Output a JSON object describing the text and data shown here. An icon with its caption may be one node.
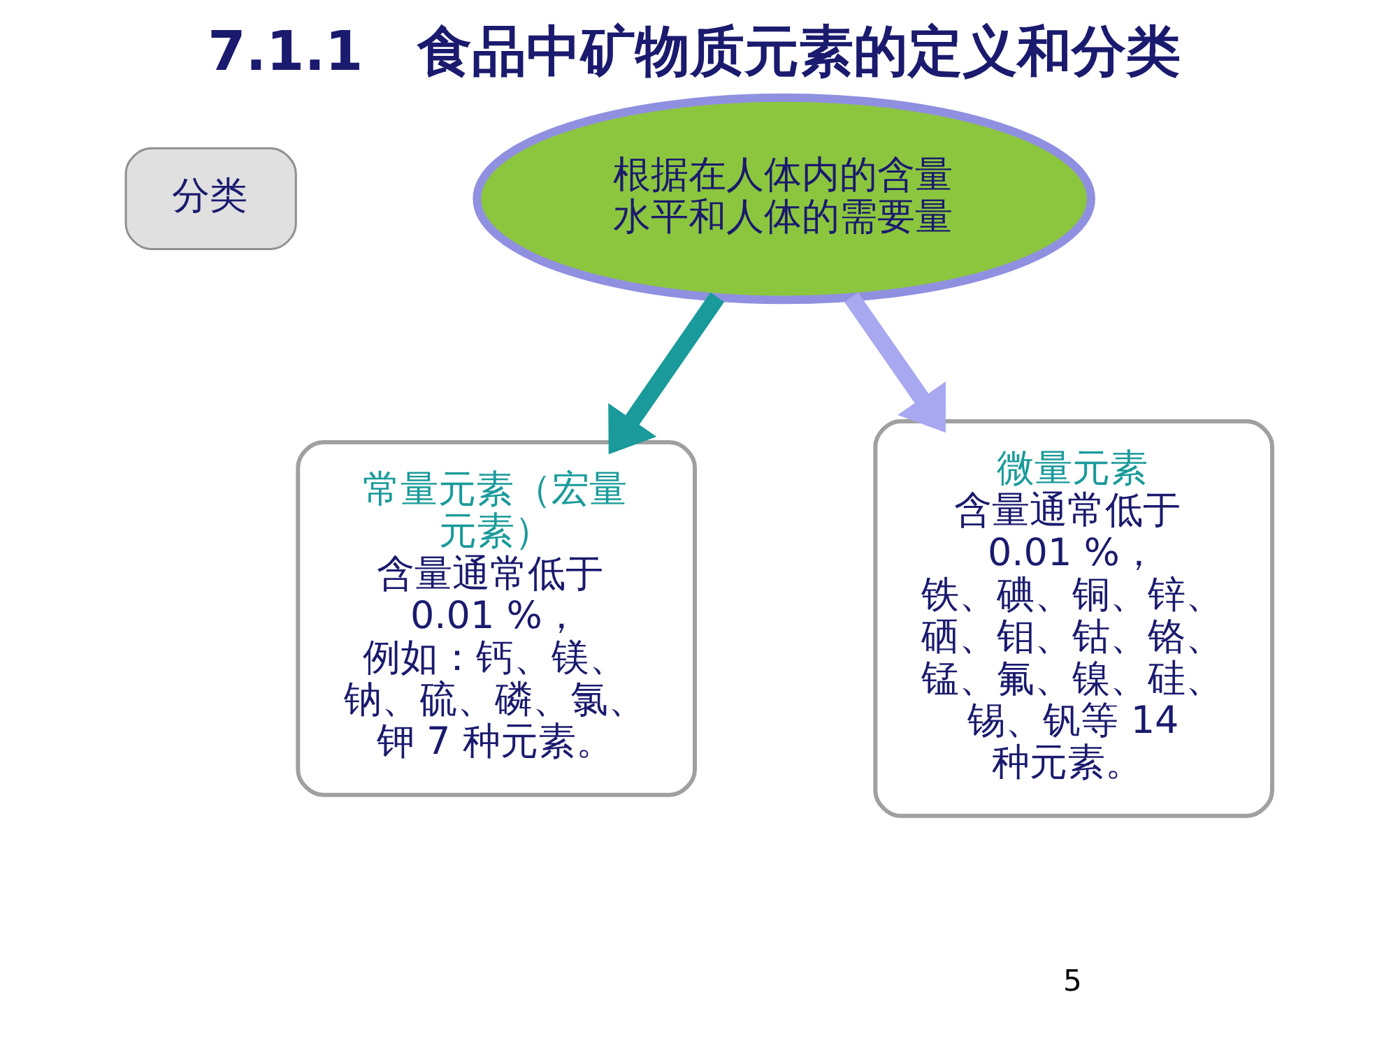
{
  "diagram": {
    "title": "7.1.1　食品中矿物质元素的定义和分类",
    "nodes": [
      {
        "text": [
          "分类"
        ]
      },
      {
        "text": [
          "根据在人体内的含量水平和人体的需要量"
        ]
      },
      {
        "text": [
          "常量元素（宏量元素）",
          "含量通常低于 0.01 %，例如：钙、镁、钠、硫、磷、氯、钾 7 种元素。"
        ]
      },
      {
        "text": [
          "微量元素",
          "含量通常低于 0.01 %，铁、碘、铜、锌、硒、钼、钴、铬、锰、氟、镍、硅、锡、钒等 14 种元素。"
        ]
      }
    ],
    "edges": [
      {
        "from": 1,
        "to": 2,
        "arrow": "to",
        "color": "#1a9a9a"
      },
      {
        "from": 1,
        "to": 3,
        "arrow": "to",
        "color": "#a8a8f0"
      }
    ],
    "labels": [
      "5"
    ]
  }
}
